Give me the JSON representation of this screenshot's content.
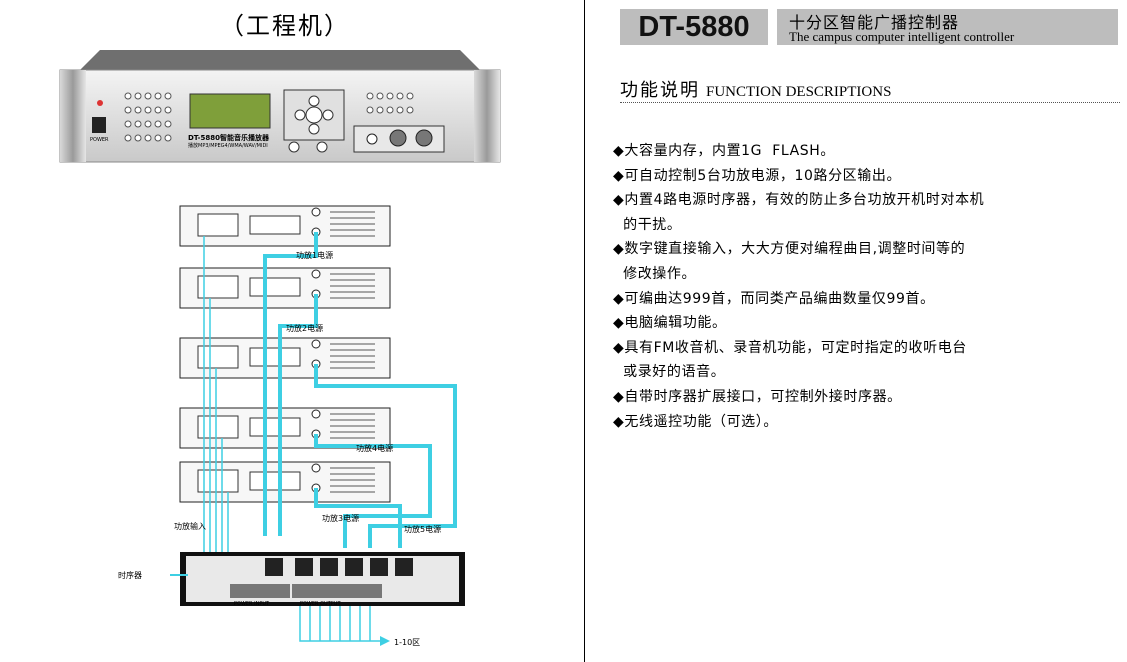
{
  "left_title": "（工程机）",
  "device_front": {
    "brand_line": "DT-5880智能音乐播放器",
    "format_line": "播放MP3/MPEG4/WMA/WAV/MIDI",
    "power_label": "POWER"
  },
  "diagram": {
    "amp1_power": "功放1电源",
    "amp2_power": "功放2电源",
    "amp3_power": "功放3电源",
    "amp4_power": "功放4电源",
    "amp5_power": "功放5电源",
    "amp_input": "功放输入",
    "sequencer": "时序器",
    "zones": "1-10区",
    "power_input": "POWER INPUT",
    "power_output": "POWER OUTPUT"
  },
  "header": {
    "model": "DT-5880",
    "subtitle_cn": "十分区智能广播控制器",
    "subtitle_en": "The campus computer intelligent controller"
  },
  "section": {
    "title_cn": "功能说明",
    "title_en": "FUNCTION DESCRIPTIONS"
  },
  "features": [
    "◆大容量内存，内置1G  FLASH。",
    "◆可自动控制5台功放电源，10路分区输出。",
    "◆内置4路电源时序器，有效的防止多台功放开机时对本机",
    "  的干扰。",
    "◆数字键直接输入，大大方便对编程曲目,调整时间等的",
    "  修改操作。",
    "◆可编曲达999首，而同类产品编曲数量仅99首。",
    "◆电脑编辑功能。",
    "◆具有FM收音机、录音机功能，可定时指定的收听电台",
    "  或录好的语音。",
    "◆自带时序器扩展接口，可控制外接时序器。",
    "◆无线遥控功能（可选）。"
  ],
  "colors": {
    "wire": "#3ecfe3",
    "panel_grey": "#bdbdbd",
    "lcd": "#7f9f3a"
  }
}
